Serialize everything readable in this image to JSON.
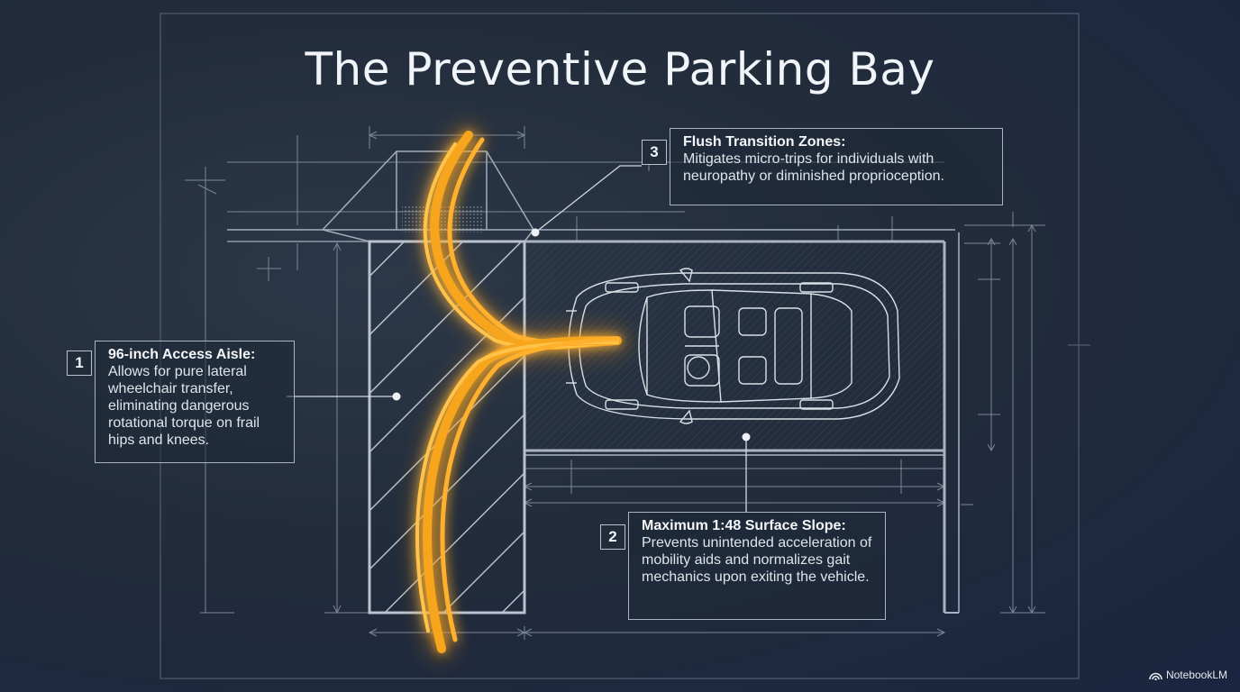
{
  "title": "The Preventive Parking Bay",
  "callouts": [
    {
      "number": "1",
      "heading": "96-inch Access Aisle:",
      "body": "Allows for pure lateral wheelchair transfer, eliminating dangerous rotational torque on frail hips and knees."
    },
    {
      "number": "2",
      "heading": "Maximum 1:48 Surface Slope:",
      "body": "Prevents unintended acceleration of mobility aids and normalizes gait mechanics upon exiting the vehicle."
    },
    {
      "number": "3",
      "heading": "Flush Transition Zones:",
      "body": "Mitigates micro-trips for individuals with neuropathy or diminished proprioception."
    }
  ],
  "brand": {
    "name": "NotebookLM",
    "icon": "notebooklm-logo-icon"
  },
  "colors": {
    "background": "#222c3b",
    "lines": "#8d98a8",
    "flow": "#f5a623"
  }
}
